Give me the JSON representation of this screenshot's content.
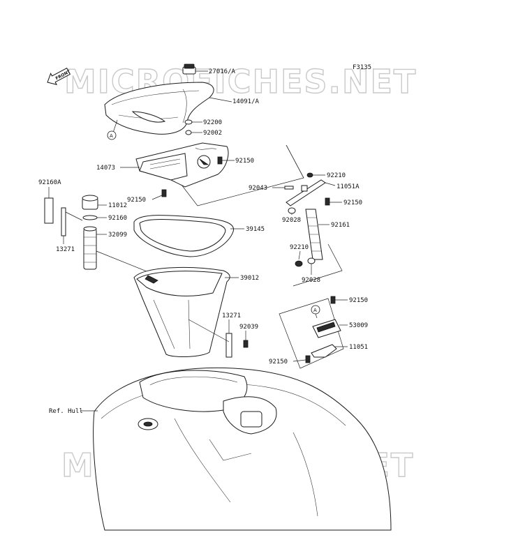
{
  "figure_code": "F3135",
  "watermark": "MICROFICHES.NET",
  "front_marker": "FRONT",
  "ref_marker": "A",
  "labels": {
    "p27016A": "27016/A",
    "p14091A": "14091/A",
    "p92200": "92200",
    "p92002": "92002",
    "p14073": "14073",
    "p92150_seat": "92150",
    "p92150_left": "92150",
    "p92160A": "92160A",
    "p11012": "11012",
    "p92160": "92160",
    "p32099": "32099",
    "p13271_left": "13271",
    "p39145": "39145",
    "p39012": "39012",
    "p13271_right": "13271",
    "p92039": "92039",
    "p92210_top": "92210",
    "p92043": "92043",
    "p11051A": "11051A",
    "p92150_bracket": "92150",
    "p92028_top": "92028",
    "p92161": "92161",
    "p92210_bot": "92210",
    "p92028_bot": "92028",
    "p92150_latch": "92150",
    "p53009": "53009",
    "p11051": "11051",
    "p92150_latch2": "92150",
    "ref_hull": "Ref. Hull"
  }
}
